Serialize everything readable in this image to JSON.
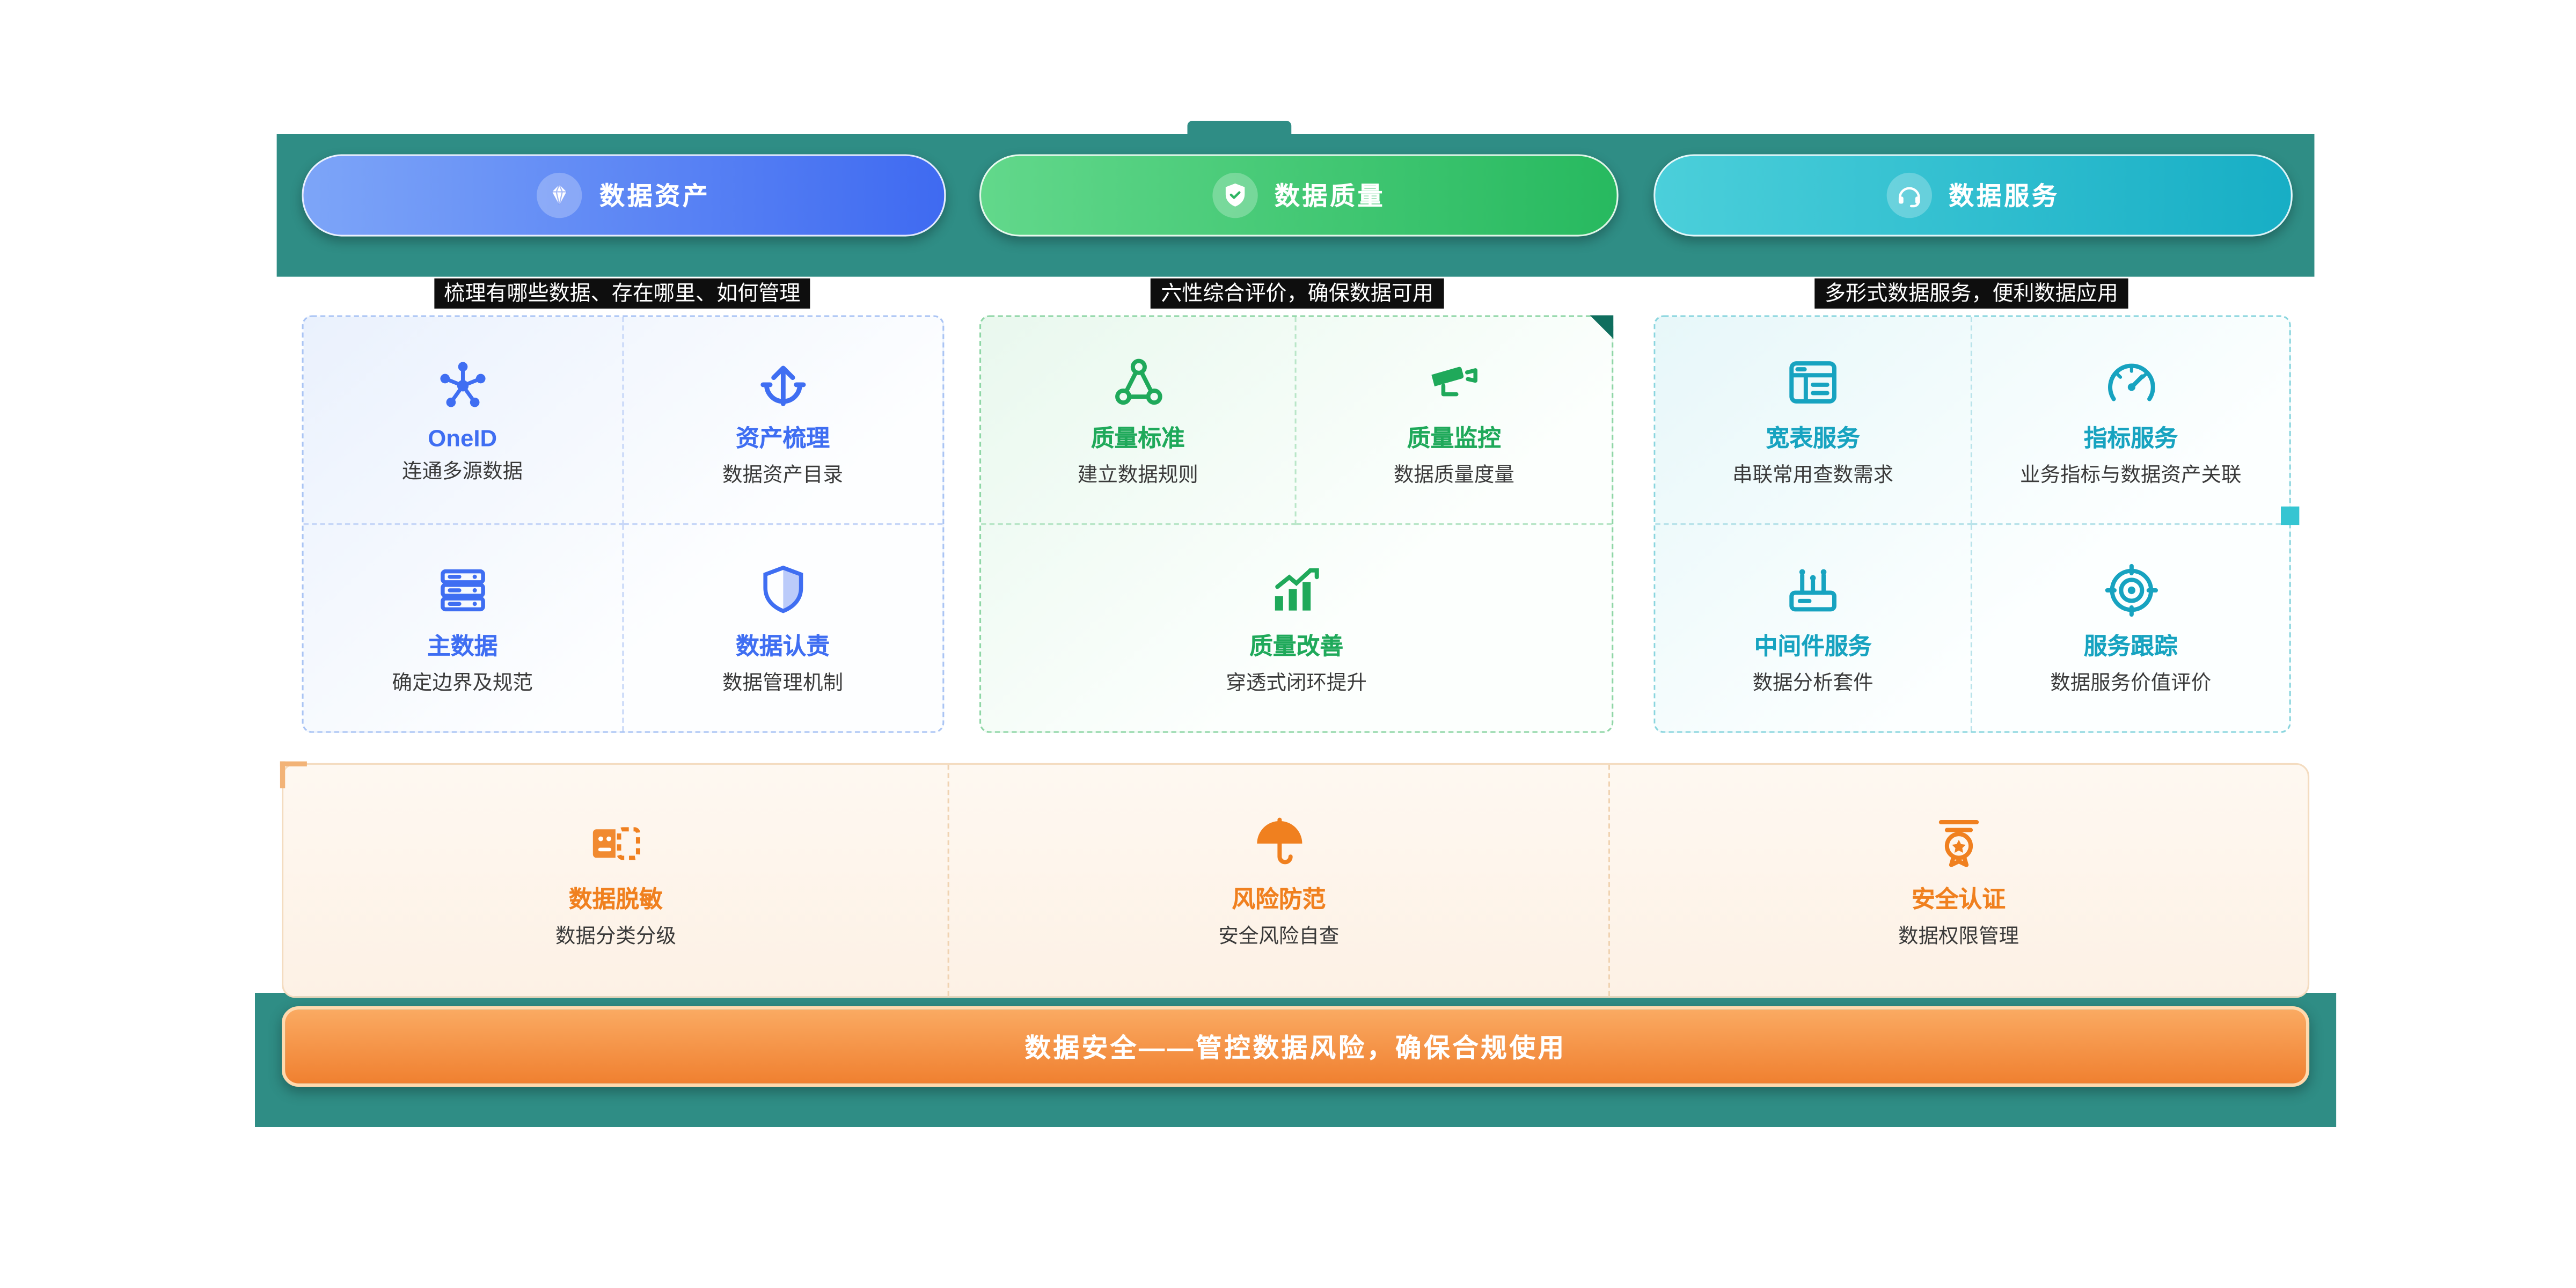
{
  "header": {
    "pills": [
      {
        "label": "数据资产",
        "subtitle": "梳理有哪些数据、存在哪里、如何管理"
      },
      {
        "label": "数据质量",
        "subtitle": "六性综合评价，确保数据可用"
      },
      {
        "label": "数据服务",
        "subtitle": "多形式数据服务，便利数据应用"
      }
    ]
  },
  "cards": [
    {
      "theme": "blue",
      "items": [
        {
          "icon": "oneid-network-icon",
          "title": "OneID",
          "desc": "连通多源数据"
        },
        {
          "icon": "asset-sorting-icon",
          "title": "资产梳理",
          "desc": "数据资产目录"
        },
        {
          "icon": "master-data-icon",
          "title": "主数据",
          "desc": "确定边界及规范"
        },
        {
          "icon": "data-accountability-icon",
          "title": "数据认责",
          "desc": "数据管理机制"
        }
      ]
    },
    {
      "theme": "green",
      "items": [
        {
          "icon": "quality-standard-icon",
          "title": "质量标准",
          "desc": "建立数据规则"
        },
        {
          "icon": "quality-monitor-icon",
          "title": "质量监控",
          "desc": "数据质量度量"
        },
        {
          "icon": "quality-improve-icon",
          "title": "质量改善",
          "desc": "穿透式闭环提升"
        }
      ]
    },
    {
      "theme": "cyan",
      "items": [
        {
          "icon": "wide-table-icon",
          "title": "宽表服务",
          "desc": "串联常用查数需求"
        },
        {
          "icon": "indicator-icon",
          "title": "指标服务",
          "desc": "业务指标与数据资产关联"
        },
        {
          "icon": "middleware-icon",
          "title": "中间件服务",
          "desc": "数据分析套件"
        },
        {
          "icon": "service-tracking-icon",
          "title": "服务跟踪",
          "desc": "数据服务价值评价"
        }
      ]
    }
  ],
  "security": {
    "items": [
      {
        "icon": "data-masking-icon",
        "title": "数据脱敏",
        "desc": "数据分类分级"
      },
      {
        "icon": "risk-prevention-icon",
        "title": "风险防范",
        "desc": "安全风险自查"
      },
      {
        "icon": "security-cert-icon",
        "title": "安全认证",
        "desc": "数据权限管理"
      }
    ],
    "banner_label": "数据安全——管控数据风险，确保合规使用"
  },
  "colors": {
    "teal_band": "#2f8d85",
    "blue_accent": "#3f6ef2",
    "green_accent": "#1fa95a",
    "cyan_accent": "#17a3c0",
    "orange_accent": "#f0801f",
    "chip_bg": "#0e0e0e"
  }
}
